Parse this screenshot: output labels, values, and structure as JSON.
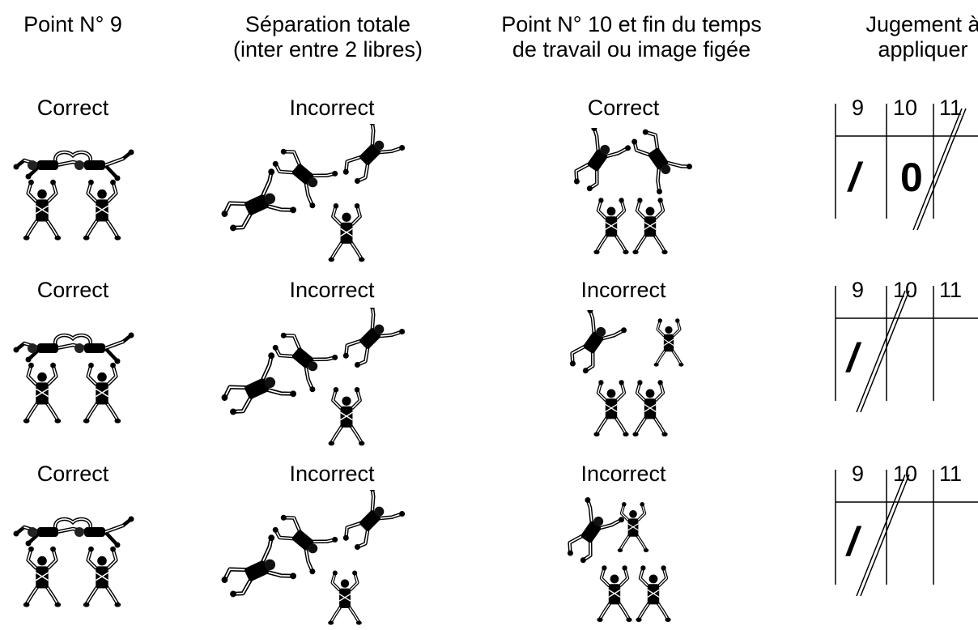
{
  "headers": {
    "col1": "Point N° 9",
    "col2_line1": "Séparation totale",
    "col2_line2": "(inter entre 2 libres)",
    "col3_line1": "Point N° 10 et fin du temps",
    "col3_line2": "de travail ou image figée",
    "col4_line1": "Jugement à",
    "col4_line2": "appliquer"
  },
  "rows": [
    {
      "point9": "Correct",
      "separation": "Incorrect",
      "point10": "Correct",
      "judgement": {
        "cols": [
          "9",
          "10",
          "11"
        ],
        "marks": [
          "/",
          "0",
          ""
        ],
        "struck_col": 3
      }
    },
    {
      "point9": "Correct",
      "separation": "Incorrect",
      "point10": "Incorrect",
      "judgement": {
        "cols": [
          "9",
          "10",
          "11"
        ],
        "marks": [
          "/",
          "",
          ""
        ],
        "struck_col": 2
      }
    },
    {
      "point9": "Correct",
      "separation": "Incorrect",
      "point10": "Incorrect",
      "judgement": {
        "cols": [
          "9",
          "10",
          "11"
        ],
        "marks": [
          "/",
          "",
          ""
        ],
        "struck_col": 2
      }
    }
  ],
  "icons": {
    "skydiver": "skydiver-icon",
    "formation_pair": "two-skydiver-pair-icon",
    "formation_four": "four-skydiver-formation-icon",
    "separated": "separated-skydivers-icon"
  }
}
